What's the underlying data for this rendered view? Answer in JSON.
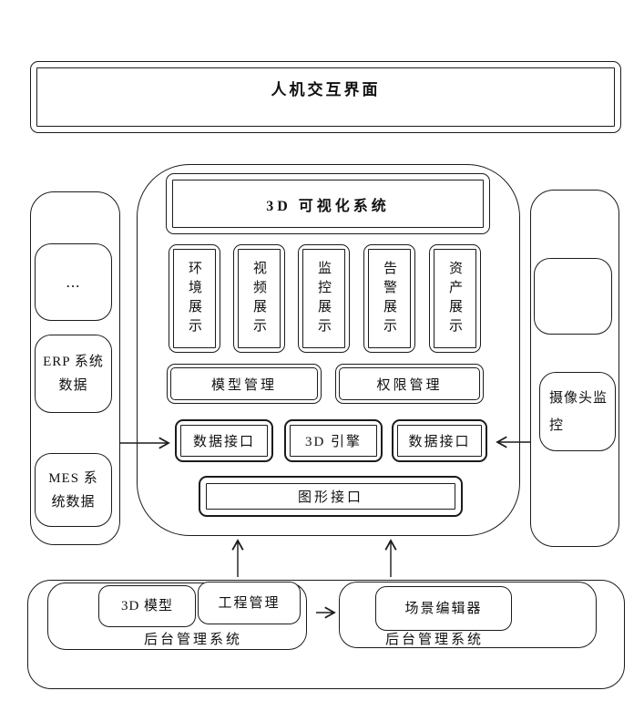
{
  "interaction_layer": {
    "label": "人机交互界面"
  },
  "viz_system": {
    "title": "3D 可视化系统",
    "display_modules": [
      "环境展示",
      "视频展示",
      "监控展示",
      "告警展示",
      "资产展示"
    ],
    "model_mgmt": "模型管理",
    "perm_mgmt": "权限管理",
    "data_if_left": "数据接口",
    "engine": "3D 引擎",
    "data_if_right": "数据接口",
    "graphics_if": "图形接口"
  },
  "left_panel": {
    "more": "...",
    "erp": "ERP 系统数据",
    "mes": "MES 系统数据"
  },
  "right_panel": {
    "camera": "摄像头监控"
  },
  "backend_left": {
    "model3d": "3D 模型",
    "engineering": "工程管理",
    "label": "后台管理系统"
  },
  "backend_right": {
    "scene_editor": "场景编辑器",
    "label": "后台管理系统"
  },
  "colors": {
    "stroke": "#1b1b1b",
    "background": "#ffffff"
  }
}
